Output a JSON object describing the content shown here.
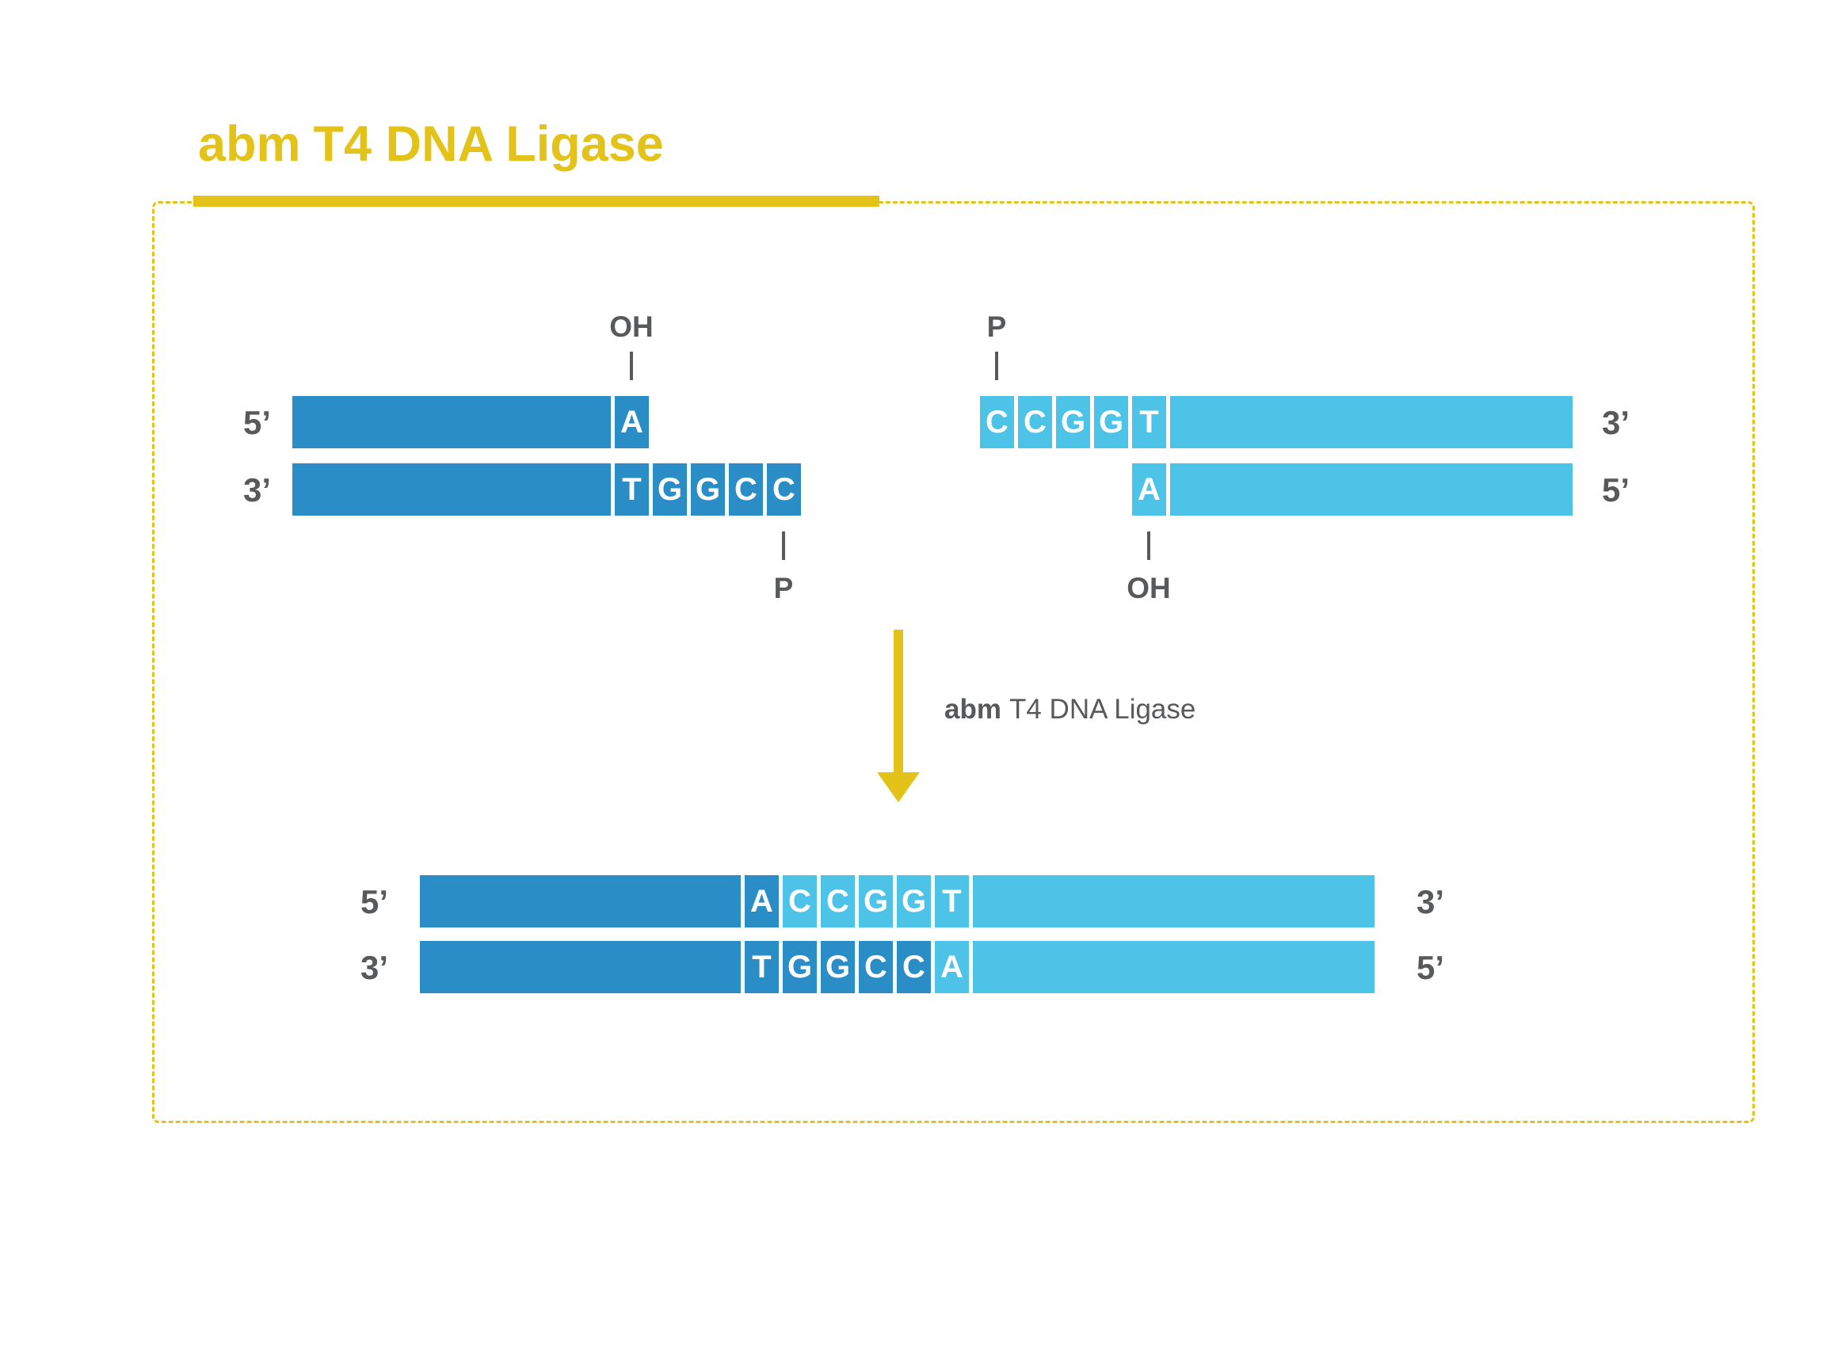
{
  "title": {
    "brand": "abm",
    "product": "T4 DNA Ligase"
  },
  "colors": {
    "dark_blue": "#2B8DC5",
    "light_blue": "#4EC3E8",
    "accent_yellow": "#E3C219",
    "text_gray": "#58595B"
  },
  "arrow_label": {
    "brand": "abm",
    "text": "T4 DNA Ligase"
  },
  "fragment_left": {
    "top_strand": {
      "end_label": "5’",
      "bases": [
        "A"
      ],
      "chem_label": "OH"
    },
    "bottom_strand": {
      "end_label": "3’",
      "bases": [
        "T",
        "G",
        "G",
        "C",
        "C"
      ],
      "chem_label": "P"
    }
  },
  "fragment_right": {
    "top_strand": {
      "end_label": "3’",
      "bases": [
        "C",
        "C",
        "G",
        "G",
        "T"
      ],
      "chem_label": "P"
    },
    "bottom_strand": {
      "end_label": "5’",
      "bases": [
        "A"
      ],
      "chem_label": "OH"
    }
  },
  "product": {
    "top_strand": {
      "left_label": "5’",
      "right_label": "3’",
      "dark_bases": [
        "A"
      ],
      "light_bases": [
        "C",
        "C",
        "G",
        "G",
        "T"
      ]
    },
    "bottom_strand": {
      "left_label": "3’",
      "right_label": "5’",
      "dark_bases": [
        "T",
        "G",
        "G",
        "C",
        "C"
      ],
      "light_bases": [
        "A"
      ]
    }
  }
}
